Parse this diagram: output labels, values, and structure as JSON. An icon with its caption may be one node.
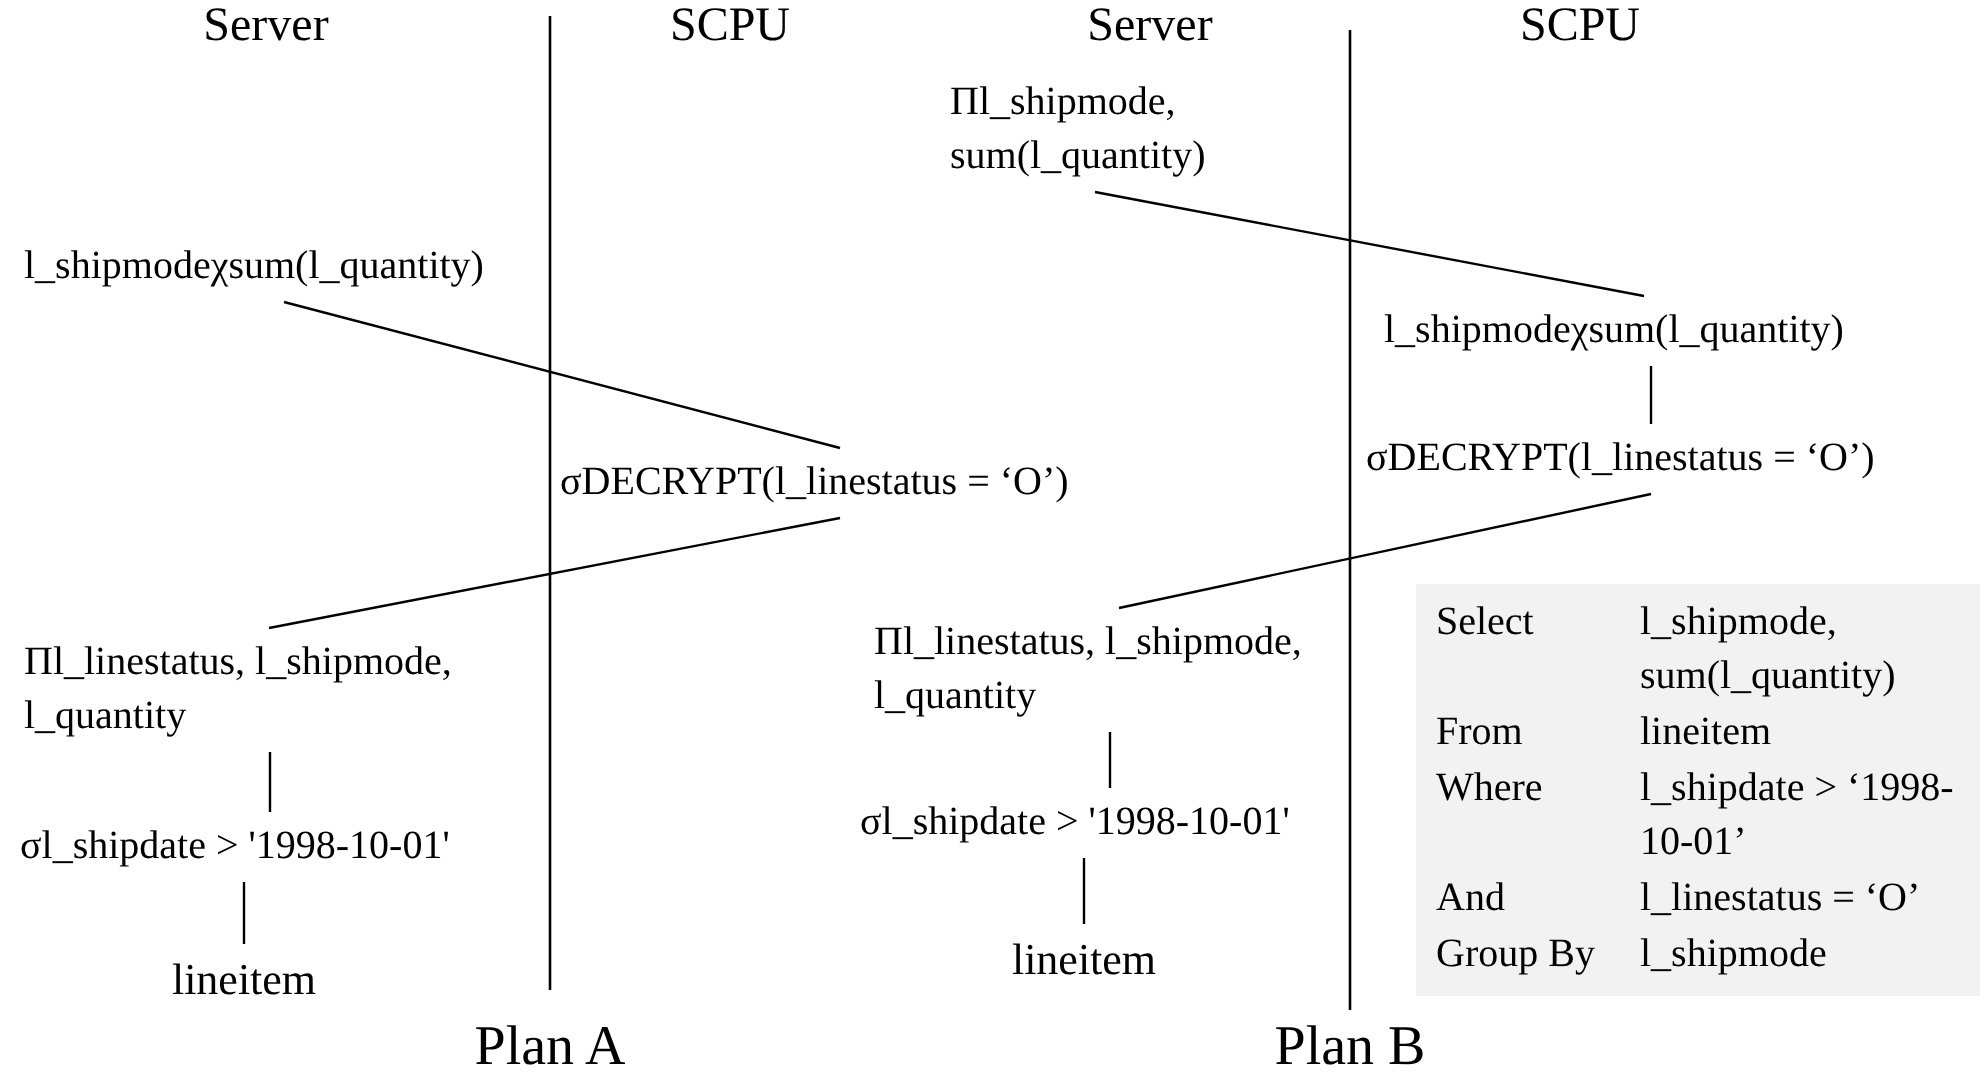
{
  "diagram": {
    "nodes": [
      {
        "text": [
          "l_shipmodeχsum(l_quantity)"
        ]
      },
      {
        "text": [
          "σDECRYPT(l_linestatus = ‘O’)"
        ]
      },
      {
        "text": [
          "Πl_linestatus, l_shipmode, l_quantity"
        ]
      },
      {
        "text": [
          "σl_shipdate > '1998-10-01'"
        ]
      },
      {
        "text": [
          "lineitem"
        ]
      },
      {
        "text": [
          "Πl_shipmode, sum(l_quantity)"
        ]
      },
      {
        "text": [
          "l_shipmodeχsum(l_quantity)"
        ]
      },
      {
        "text": [
          "σDECRYPT(l_linestatus = ‘O’)"
        ]
      },
      {
        "text": [
          "Πl_linestatus, l_shipmode, l_quantity"
        ]
      },
      {
        "text": [
          "σl_shipdate > '1998-10-01'"
        ]
      },
      {
        "text": [
          "lineitem"
        ]
      },
      {
        "text": [
          "Select",
          "l_shipmode, sum(l_quantity)",
          "From",
          "lineitem",
          "Where",
          "l_shipdate > ‘1998-10-01’",
          "And",
          "l_linestatus = ‘O’",
          "Group By",
          "l_shipmode"
        ]
      }
    ],
    "edges": [
      {
        "from": 0,
        "to": 1,
        "arrow": "none"
      },
      {
        "from": 1,
        "to": 2,
        "arrow": "none"
      },
      {
        "from": 2,
        "to": 3,
        "arrow": "none"
      },
      {
        "from": 3,
        "to": 4,
        "arrow": "none"
      },
      {
        "from": 5,
        "to": 6,
        "arrow": "none"
      },
      {
        "from": 6,
        "to": 7,
        "arrow": "none"
      },
      {
        "from": 7,
        "to": 8,
        "arrow": "none"
      },
      {
        "from": 8,
        "to": 9,
        "arrow": "none"
      },
      {
        "from": 9,
        "to": 10,
        "arrow": "none"
      }
    ],
    "labels": [
      "Server",
      "SCPU",
      "Server",
      "SCPU",
      "Plan A",
      "Plan B"
    ]
  }
}
